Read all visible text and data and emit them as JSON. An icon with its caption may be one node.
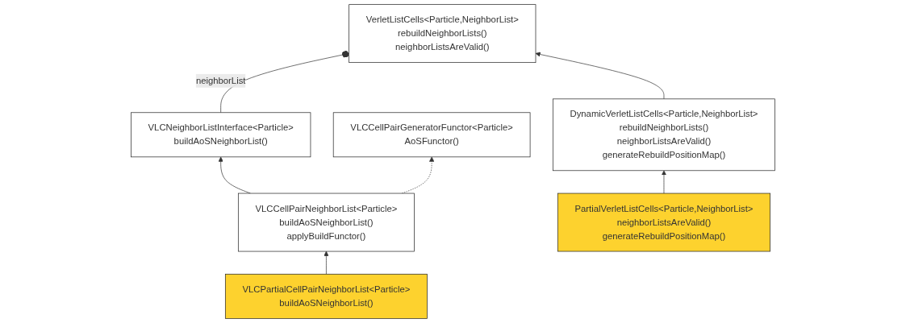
{
  "diagram": {
    "nodes": [
      {
        "text": [
          "VerletListCells<Particle,NeighborList>",
          "rebuildNeighborLists()",
          "neighborListsAreValid()"
        ]
      },
      {
        "text": [
          "VLCNeighborListInterface<Particle>",
          "buildAoSNeighborList()"
        ]
      },
      {
        "text": [
          "DynamicVerletListCells<Particle,NeighborList>",
          "rebuildNeighborLists()",
          "neighborListsAreValid()",
          "generateRebuildPositionMap()"
        ]
      },
      {
        "text": [
          "VLCCellPairNeighborList<Particle>",
          "buildAoSNeighborList()",
          "applyBuildFunctor()"
        ]
      },
      {
        "text": [
          "VLCCellPairGeneratorFunctor<Particle>",
          "AoSFunctor()"
        ]
      },
      {
        "text": [
          "PartialVerletListCells<Particle,NeighborList>",
          "neighborListsAreValid()",
          "generateRebuildPositionMap()"
        ]
      },
      {
        "text": [
          "VLCPartialCellPairNeighborList<Particle>",
          "buildAoSNeighborList()"
        ]
      }
    ],
    "edges": [
      {
        "from": 0,
        "to": 1,
        "arrow": "other",
        "label": "neighborList"
      },
      {
        "from": 2,
        "to": 0,
        "arrow": "to"
      },
      {
        "from": 3,
        "to": 1,
        "arrow": "to"
      },
      {
        "from": 3,
        "to": 4,
        "arrow": "to",
        "style": "dashed"
      },
      {
        "from": 5,
        "to": 2,
        "arrow": "to"
      },
      {
        "from": 6,
        "to": 3,
        "arrow": "to"
      }
    ]
  }
}
